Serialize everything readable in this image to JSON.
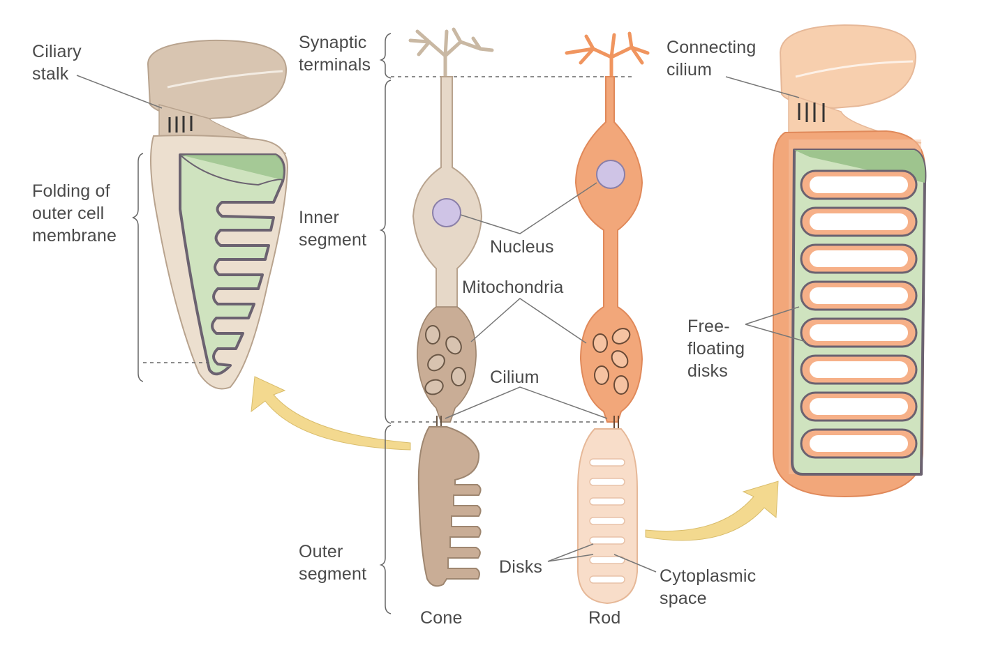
{
  "labels": {
    "ciliary_stalk": "Ciliary\nstalk",
    "folding": "Folding of\nouter cell\nmembrane",
    "synaptic_terminals": "Synaptic\nterminals",
    "inner_segment": "Inner\nsegment",
    "outer_segment": "Outer\nsegment",
    "nucleus": "Nucleus",
    "mitochondria": "Mitochondria",
    "cilium": "Cilium",
    "disks": "Disks",
    "cytoplasmic_space": "Cytoplasmic\nspace",
    "connecting_cilium": "Connecting\ncilium",
    "free_floating_disks": "Free-\nfloating\ndisks",
    "cone": "Cone",
    "rod": "Rod"
  },
  "colors": {
    "cone_body": "#c9ad96",
    "cone_light": "#e8dccd",
    "rod_body": "#f2a77a",
    "rod_light": "#f8ddc9",
    "membrane_green": "#cfe3bf",
    "membrane_dark_green": "#9ec48e",
    "membrane_outline": "#6b6270",
    "nucleus": "#cfc4e6",
    "arrow": "#f3d98f"
  }
}
